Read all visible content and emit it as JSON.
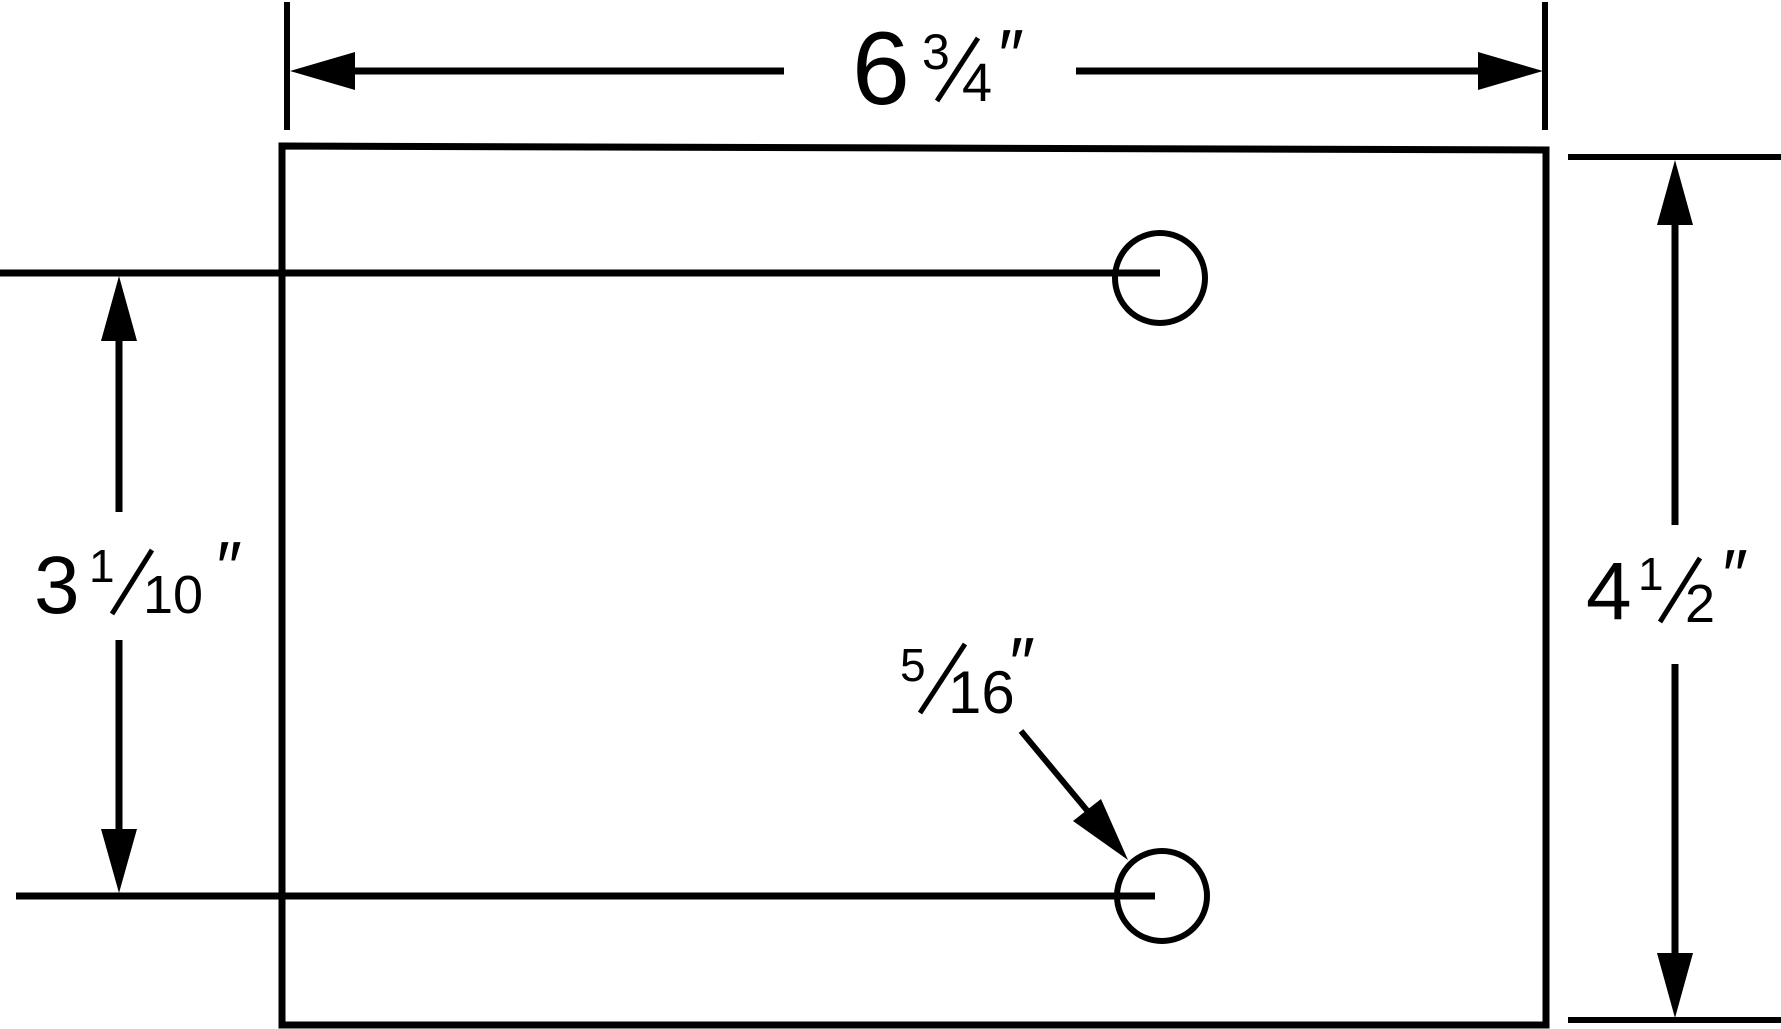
{
  "dimensions": {
    "width": {
      "whole": "6",
      "numerator": "3",
      "denominator": "4",
      "unit": "″"
    },
    "height": {
      "whole": "4",
      "numerator": "1",
      "denominator": "2",
      "unit": "″"
    },
    "hole_spacing": {
      "whole": "3",
      "numerator": "1",
      "denominator": "10",
      "unit": "″"
    },
    "hole_diameter": {
      "numerator": "5",
      "denominator": "16",
      "unit": "″"
    }
  },
  "colors": {
    "line": "#000000",
    "background": "#ffffff"
  }
}
